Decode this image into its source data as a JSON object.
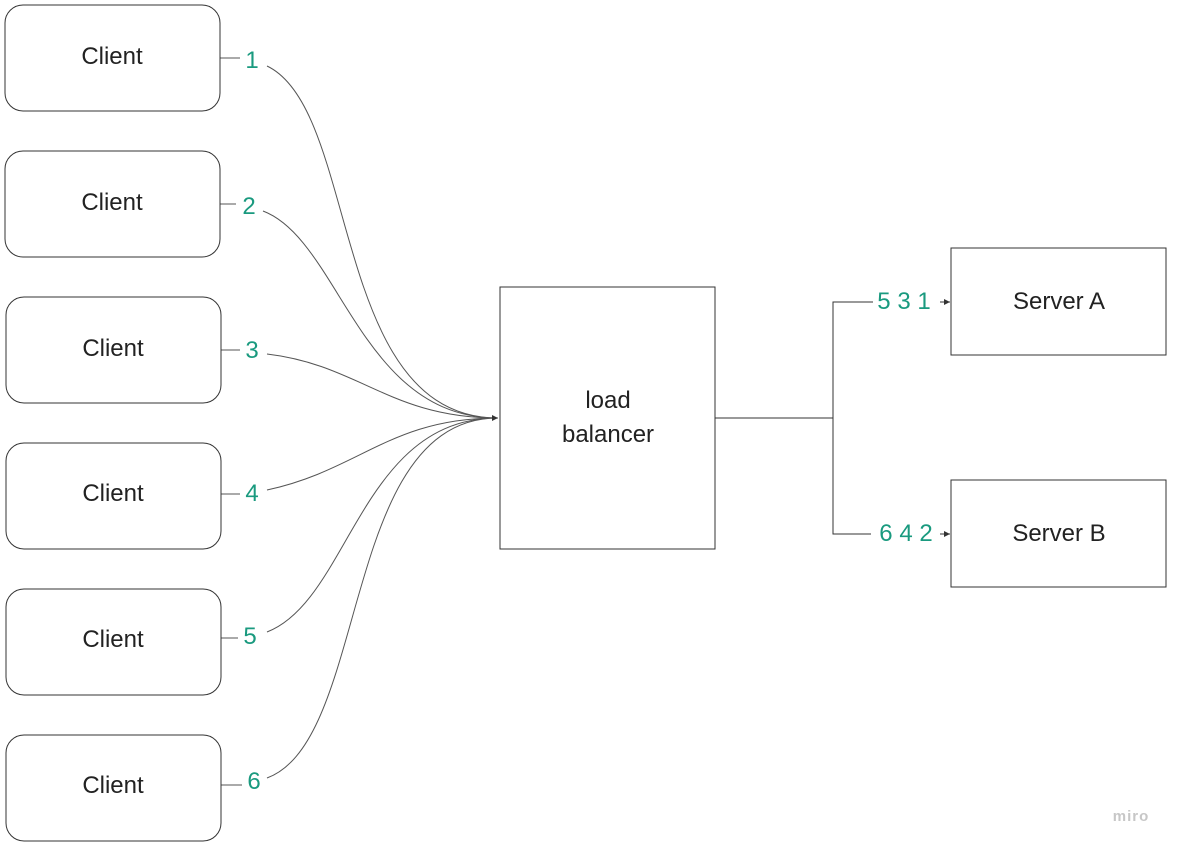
{
  "colors": {
    "accent": "#1a9a7f",
    "stroke": "#333333",
    "edge": "#555555",
    "watermark": "#c7c7c7"
  },
  "clients": [
    {
      "label": "Client",
      "number": "1"
    },
    {
      "label": "Client",
      "number": "2"
    },
    {
      "label": "Client",
      "number": "3"
    },
    {
      "label": "Client",
      "number": "4"
    },
    {
      "label": "Client",
      "number": "5"
    },
    {
      "label": "Client",
      "number": "6"
    }
  ],
  "load_balancer": {
    "line1": "load",
    "line2": "balancer"
  },
  "servers": [
    {
      "label": "Server A",
      "sequence": "5 3 1"
    },
    {
      "label": "Server B",
      "sequence": "6 4 2"
    }
  ],
  "watermark": "miro"
}
